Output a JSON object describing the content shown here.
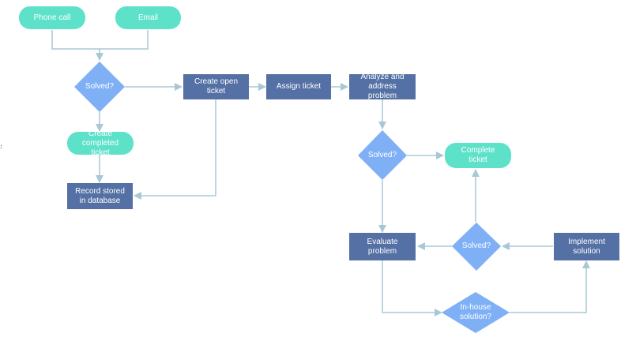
{
  "colors": {
    "terminal": "#5de2c9",
    "process": "#5470a4",
    "decision": "#7fb0f5",
    "connector": "#a9c8d6",
    "text": "#ffffff"
  },
  "nodes": {
    "phone_call": "Phone call",
    "email": "Email",
    "solved_1": "Solved?",
    "create_open_ticket": "Create open\nticket",
    "assign_ticket": "Assign ticket",
    "analyze_address": "Analyze and\naddress problem",
    "create_completed_ticket": "Create\ncompleted ticket",
    "record_stored": "Record stored\nin database",
    "solved_2": "Solved?",
    "complete_ticket": "Complete\nticket",
    "evaluate_problem": "Evaluate\nproblem",
    "solved_3": "Solved?",
    "implement_solution": "Implement\nsolution",
    "in_house_solution": "In-house\nsolution?"
  }
}
